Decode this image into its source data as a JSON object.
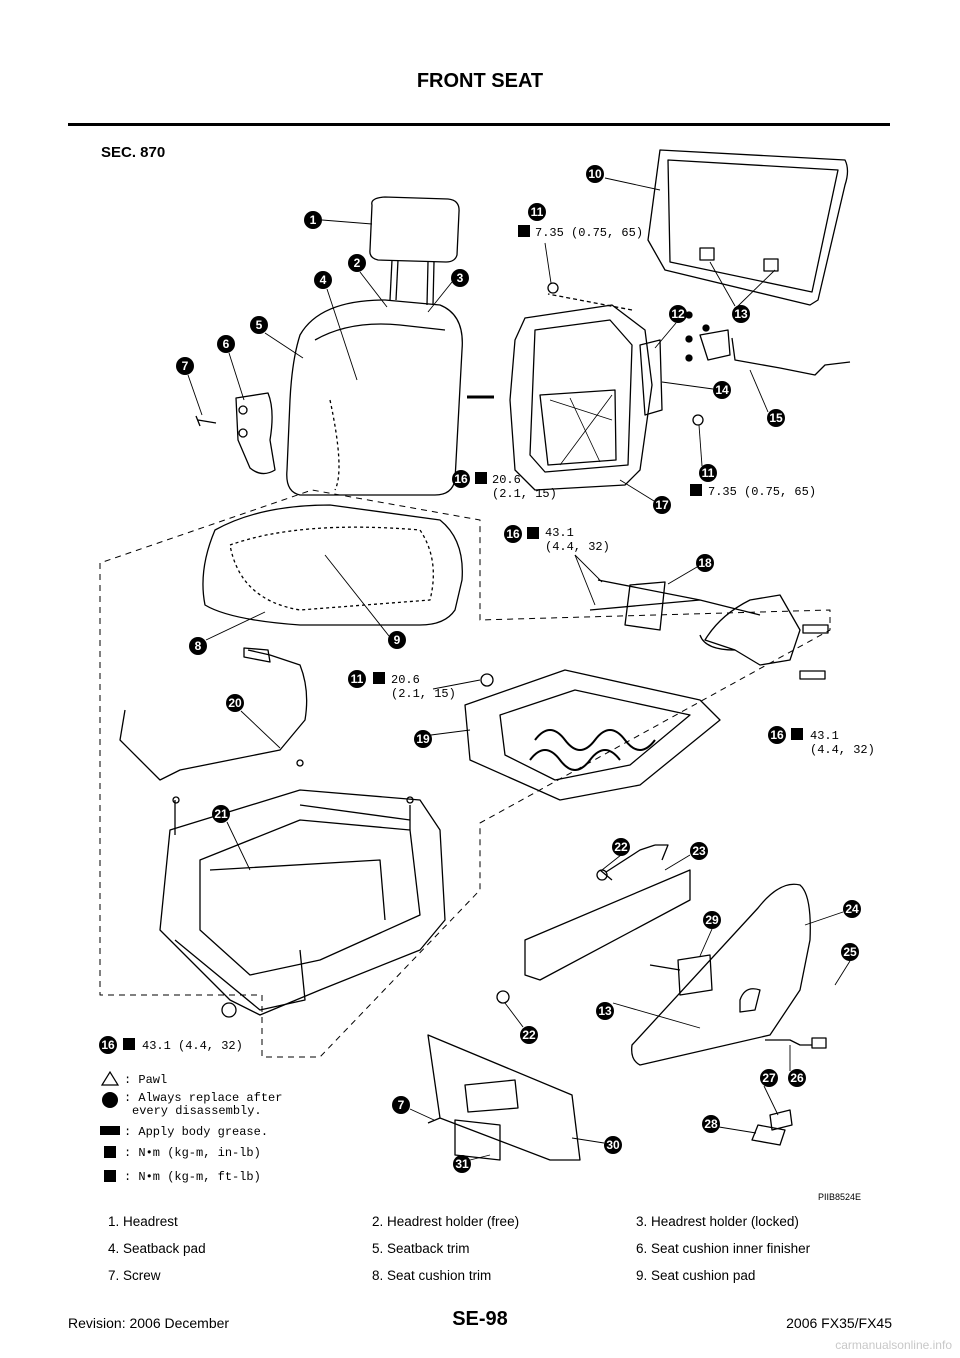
{
  "header": {
    "title": "FRONT SEAT"
  },
  "diagram": {
    "section": "SEC. 870",
    "image_code": "PIIB8524E",
    "torques": {
      "t11a": "7.35 (0.75, 65)",
      "t11b": "7.35 (0.75, 65)",
      "t16a_1": "20.6",
      "t16a_2": "(2.1, 15)",
      "t16b_1": "43.1",
      "t16b_2": "(4.4, 32)",
      "t11c_1": "20.6",
      "t11c_2": "(2.1, 15)",
      "t16c_1": "43.1",
      "t16c_2": "(4.4, 32)",
      "t16d": "43.1 (4.4, 32)"
    },
    "callouts": [
      "1",
      "2",
      "3",
      "4",
      "5",
      "6",
      "7",
      "8",
      "9",
      "10",
      "11",
      "11",
      "11",
      "12",
      "13",
      "13",
      "14",
      "15",
      "16",
      "16",
      "16",
      "16",
      "17",
      "18",
      "19",
      "20",
      "21",
      "22",
      "22",
      "23",
      "24",
      "25",
      "26",
      "27",
      "28",
      "29",
      "30",
      "31",
      "7"
    ],
    "legend": {
      "pawl": ": Pawl",
      "replace_1": ": Always replace after",
      "replace_2": "every disassembly.",
      "grease": ": Apply body grease.",
      "nm_in": ": N•m (kg-m, in-lb)",
      "nm_ft": ": N•m (kg-m, ft-lb)"
    }
  },
  "parts_list": [
    [
      "1.  Headrest",
      "2.  Headrest holder (free)",
      "3.  Headrest holder (locked)"
    ],
    [
      "4.  Seatback pad",
      "5.  Seatback trim",
      "6.  Seat cushion inner finisher"
    ],
    [
      "7.  Screw",
      "8.  Seat cushion trim",
      "9.  Seat cushion pad"
    ]
  ],
  "footer": {
    "revision": "Revision: 2006 December",
    "page": "SE-98",
    "model": "2006 FX35/FX45"
  },
  "watermark": "carmanualsonline.info"
}
